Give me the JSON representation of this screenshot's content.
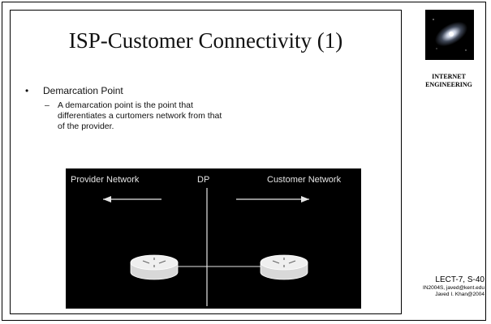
{
  "slide": {
    "title": "ISP-Customer Connectivity (1)",
    "bullet": {
      "marker": "•",
      "label": "Demarcation Point"
    },
    "sub": {
      "marker": "–",
      "text": "A demarcation point is the point that differentiates a curtomers network from that of the provider."
    }
  },
  "diagram": {
    "left_label": "Provider Network",
    "center_label": "DP",
    "right_label": "Customer Network",
    "colors": {
      "background": "#000000",
      "lines": "#e6e6e6"
    }
  },
  "sidebar": {
    "caption_line1": "INTERNET",
    "caption_line2": "ENGINEERING"
  },
  "footer": {
    "line1": "LECT-7, S-40",
    "line2": "IN2004S, javed@kent.edu",
    "line3": "Javed I. Khan@2004"
  }
}
